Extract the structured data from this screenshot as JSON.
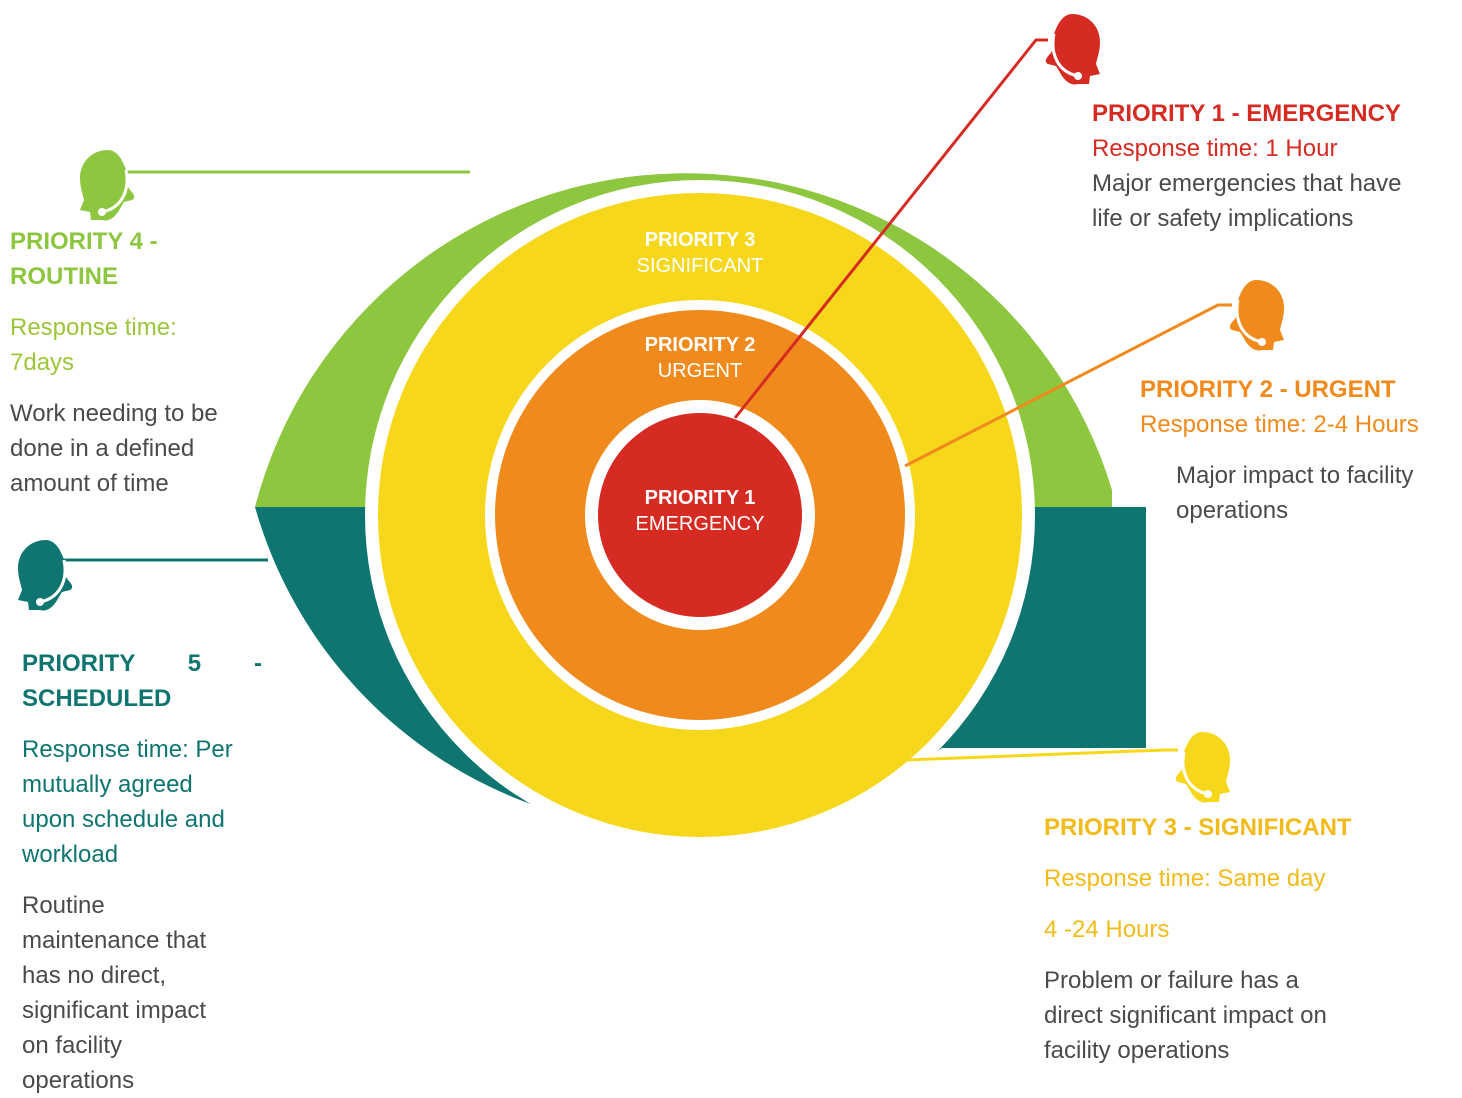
{
  "colors": {
    "p1": "#d52b22",
    "p2": "#f08a1c",
    "p3": "#f7d71b",
    "p3_text": "#f2bb1a",
    "p4": "#8dc63f",
    "p4_text": "#9cc63a",
    "p5": "#0f7570",
    "body_text": "#4a4a4a"
  },
  "rings": {
    "p1": {
      "line1": "PRIORITY 1",
      "line2": "EMERGENCY"
    },
    "p2": {
      "line1": "PRIORITY 2",
      "line2": "URGENT"
    },
    "p3": {
      "line1": "PRIORITY 3",
      "line2": "SIGNIFICANT"
    },
    "p4": {
      "line1": "PRIORITY 4",
      "line2": "ROUTINE"
    },
    "p5": {
      "line1": "PRIORITY 5",
      "line2": "SCHEDULED"
    }
  },
  "callouts": {
    "p1": {
      "title": "PRIORITY 1 - EMERGENCY",
      "response": "Response time: 1 Hour",
      "desc": [
        "Major emergencies that have",
        "life or safety implications"
      ]
    },
    "p2": {
      "title": "PRIORITY 2 - URGENT",
      "response": "Response time: 2-4 Hours",
      "desc": [
        "Major impact to facility",
        "operations"
      ]
    },
    "p3": {
      "title": "PRIORITY 3 - SIGNIFICANT",
      "response": "Response time: Same day",
      "response2": "4 -24 Hours",
      "desc": [
        "Problem or failure has a",
        "direct significant impact on",
        "facility operations"
      ]
    },
    "p4": {
      "title": [
        "PRIORITY 4 -",
        "ROUTINE"
      ],
      "response": [
        "Response time:",
        "7days"
      ],
      "desc": [
        "Work needing to be",
        "done in a defined",
        "amount of time"
      ]
    },
    "p5": {
      "title": [
        "PRIORITY 5 -",
        "SCHEDULED"
      ],
      "response": [
        "Response time: Per",
        "mutually agreed",
        "upon schedule and",
        "workload"
      ],
      "desc": [
        "Routine",
        "maintenance that",
        "has no direct,",
        "significant impact",
        "on facility",
        "operations"
      ]
    }
  },
  "icons": {
    "p1": "headset-agent-icon",
    "p2": "headset-agent-icon",
    "p3": "headset-agent-icon",
    "p4": "headset-agent-icon",
    "p5": "headset-agent-icon"
  }
}
